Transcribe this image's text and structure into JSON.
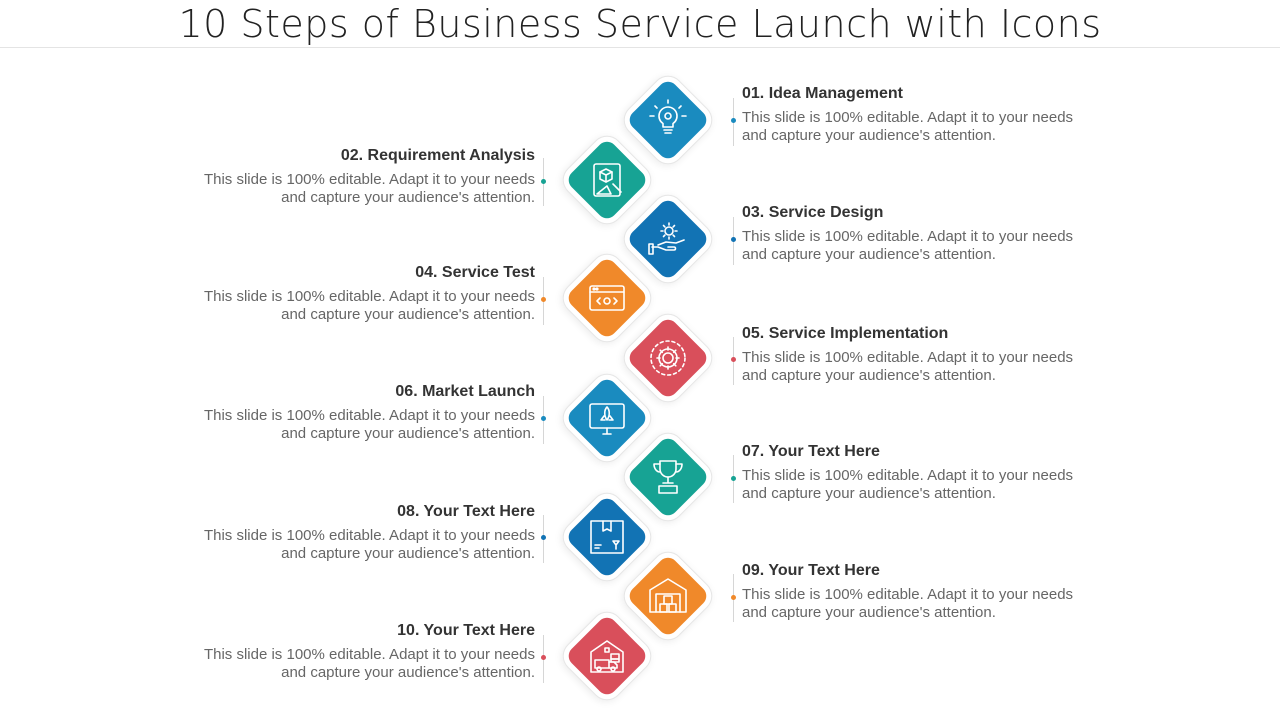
{
  "title": "10 Steps of Business Service Launch with Icons",
  "colors": {
    "blue": "#1a8bbf",
    "teal": "#17a394",
    "darkblue": "#1273b4",
    "orange": "#f0892a",
    "red": "#d94f5b"
  },
  "steps": [
    {
      "heading": "01. Idea Management",
      "line1": "This slide is 100% editable. Adapt it to your needs",
      "line2": "and capture your audience's attention.",
      "icon": "lightbulb-gear-icon",
      "color": "#1a8bbf"
    },
    {
      "heading": "02. Requirement Analysis",
      "line1": "This slide is 100% editable. Adapt it to your needs",
      "line2": "and capture your audience's attention.",
      "icon": "blueprint-icon",
      "color": "#17a394"
    },
    {
      "heading": "03. Service Design",
      "line1": "This slide is 100% editable. Adapt it to your needs",
      "line2": "and capture your audience's attention.",
      "icon": "hand-gear-icon",
      "color": "#1273b4"
    },
    {
      "heading": "04. Service Test",
      "line1": "This slide is 100% editable. Adapt it to your needs",
      "line2": "and capture your audience's attention.",
      "icon": "browser-code-icon",
      "color": "#f0892a"
    },
    {
      "heading": "05. Service Implementation",
      "line1": "This slide is 100% editable. Adapt it to your needs",
      "line2": "and capture your audience's attention.",
      "icon": "gear-circle-icon",
      "color": "#d94f5b"
    },
    {
      "heading": "06. Market Launch",
      "line1": "This slide is 100% editable. Adapt it to your needs",
      "line2": "and capture your audience's attention.",
      "icon": "monitor-rocket-icon",
      "color": "#1a8bbf"
    },
    {
      "heading": "07. Your Text Here",
      "line1": "This slide is 100% editable. Adapt it to your needs",
      "line2": "and capture your audience's attention.",
      "icon": "trophy-icon",
      "color": "#17a394"
    },
    {
      "heading": "08. Your Text Here",
      "line1": "This slide is 100% editable. Adapt it to your needs",
      "line2": "and capture your audience's attention.",
      "icon": "package-box-icon",
      "color": "#1273b4"
    },
    {
      "heading": "09. Your Text Here",
      "line1": "This slide is 100% editable. Adapt it to your needs",
      "line2": "and capture your audience's attention.",
      "icon": "warehouse-icon",
      "color": "#f0892a"
    },
    {
      "heading": "10. Your Text Here",
      "line1": "This slide is 100% editable. Adapt it to your needs",
      "line2": "and capture your audience's attention.",
      "icon": "delivery-warehouse-icon",
      "color": "#d94f5b"
    }
  ]
}
